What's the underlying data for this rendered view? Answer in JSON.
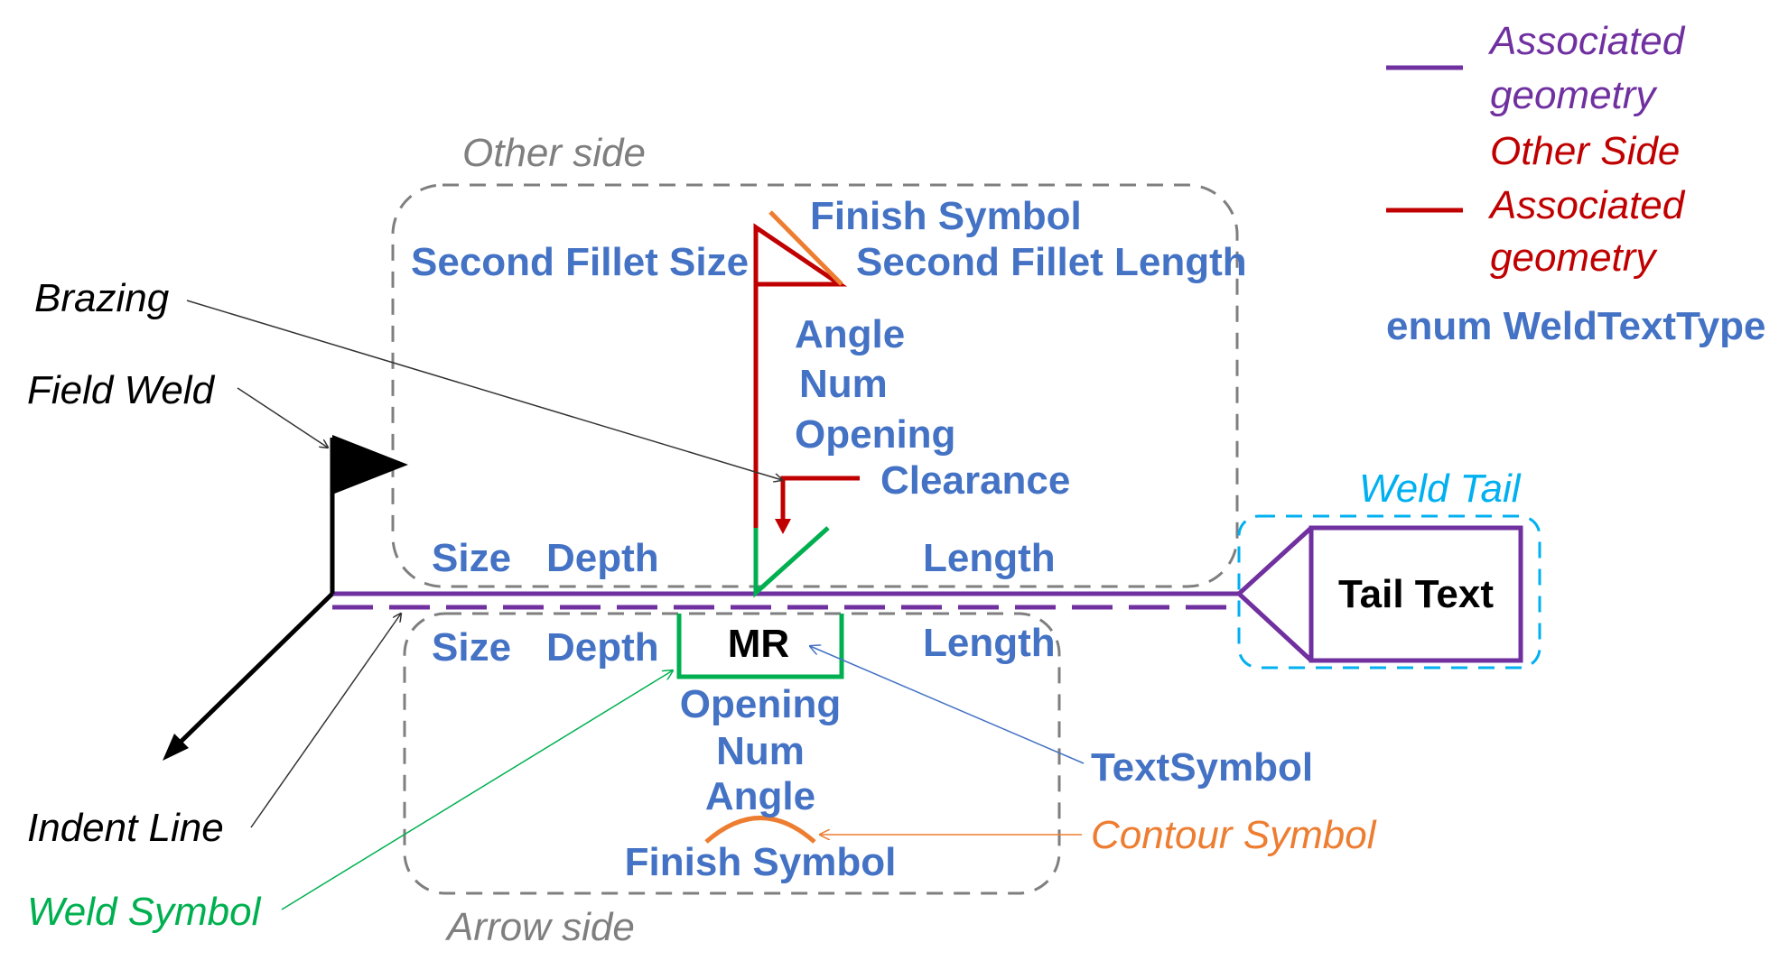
{
  "legend": {
    "purple_label_1": "Associated",
    "purple_label_2": "geometry",
    "red_label_0": "Other Side",
    "red_label_1": "Associated",
    "red_label_2": "geometry",
    "enum_label": "enum WeldTextType",
    "purple_color": "#7030a0",
    "red_color": "#c00000",
    "blue_color": "#4472c4"
  },
  "regions": {
    "other_side": "Other side",
    "arrow_side": "Arrow side",
    "weld_tail": "Weld Tail"
  },
  "other_side_texts": {
    "finish_symbol": "Finish Symbol",
    "second_fillet_size": "Second Fillet Size",
    "second_fillet_length": "Second Fillet Length",
    "angle": "Angle",
    "num": "Num",
    "opening": "Opening",
    "clearance": "Clearance",
    "size": "Size",
    "depth": "Depth",
    "length": "Length"
  },
  "arrow_side_texts": {
    "size": "Size",
    "depth": "Depth",
    "text_symbol_value": "MR",
    "length": "Length",
    "opening": "Opening",
    "num": "Num",
    "angle": "Angle",
    "finish_symbol": "Finish Symbol"
  },
  "tail_text": "Tail Text",
  "callouts": {
    "brazing": "Brazing",
    "field_weld": "Field Weld",
    "indent_line": "Indent Line",
    "weld_symbol": "Weld Symbol",
    "text_symbol": "TextSymbol",
    "contour_symbol": "Contour Symbol"
  },
  "colors": {
    "gray_dash": "#7f7f7f",
    "green": "#00b050",
    "orange": "#ed7d31",
    "cyan": "#00b0f0",
    "black": "#000000"
  }
}
